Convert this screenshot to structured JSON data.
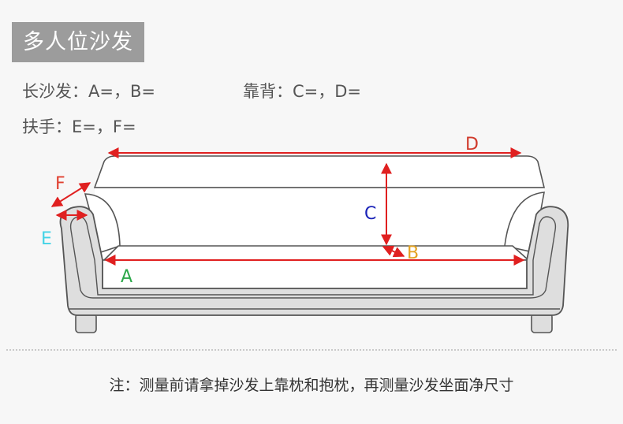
{
  "title": "多人位沙发",
  "specs": {
    "long_sofa": "长沙发：A=，B=",
    "backrest": "靠背：C=，D=",
    "armrest": "扶手：E=，F="
  },
  "labels": {
    "A": "A",
    "B": "B",
    "C": "C",
    "D": "D",
    "E": "E",
    "F": "F"
  },
  "note": "注：测量前请拿掉沙发上靠枕和抱枕，再测量沙发坐面净尺寸",
  "colors": {
    "A": "#2ca84a",
    "B": "#e4a321",
    "C": "#1a23b8",
    "D": "#d03a2b",
    "E": "#43d3e6",
    "F": "#e04030",
    "arrow": "#e02020",
    "outline": "#555555",
    "frame": "#dedede"
  }
}
